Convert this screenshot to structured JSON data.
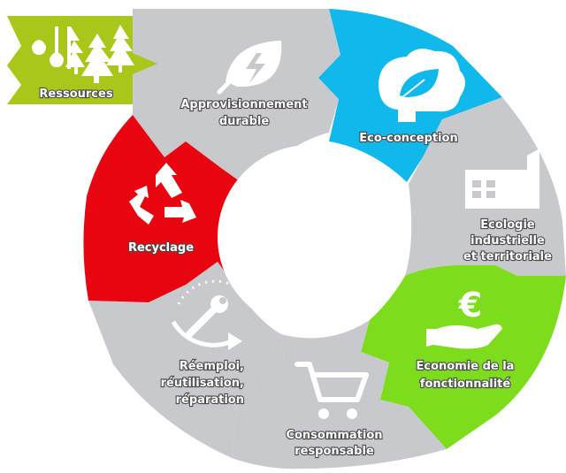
{
  "diagram": {
    "colors": {
      "grey": "#c7c9cd",
      "cyan": "#11b8ec",
      "green": "#7ddc1c",
      "red": "#e8050f",
      "olive": "#a8c71a",
      "white": "#ffffff"
    },
    "segments": [
      {
        "key": "ressources",
        "lines": [
          "Ressources"
        ],
        "color": "olive",
        "icon": "trees-water-icon"
      },
      {
        "key": "approvisionnement",
        "lines": [
          "Approvisionnement",
          "durable"
        ],
        "color": "grey",
        "icon": "leaf-icon"
      },
      {
        "key": "eco_conception",
        "lines": [
          "Eco-conception"
        ],
        "color": "cyan",
        "icon": "brain-leaf-icon"
      },
      {
        "key": "ecologie",
        "lines": [
          "Ecologie",
          "industrielle",
          "et territoriale"
        ],
        "color": "grey",
        "icon": "factory-icon"
      },
      {
        "key": "economie",
        "lines": [
          "Economie de la",
          "fonctionnalité"
        ],
        "color": "green",
        "icon": "euro-hand-icon"
      },
      {
        "key": "consommation",
        "lines": [
          "Consommation",
          "responsable"
        ],
        "color": "grey",
        "icon": "cart-icon"
      },
      {
        "key": "reemploi",
        "lines": [
          "Réemploi,",
          "réutilisation,",
          "réparation"
        ],
        "color": "grey",
        "icon": "wrench-cycle-icon"
      },
      {
        "key": "recyclage",
        "lines": [
          "Recyclage"
        ],
        "color": "red",
        "icon": "recycle-icon"
      }
    ],
    "euro_symbol": "€"
  }
}
